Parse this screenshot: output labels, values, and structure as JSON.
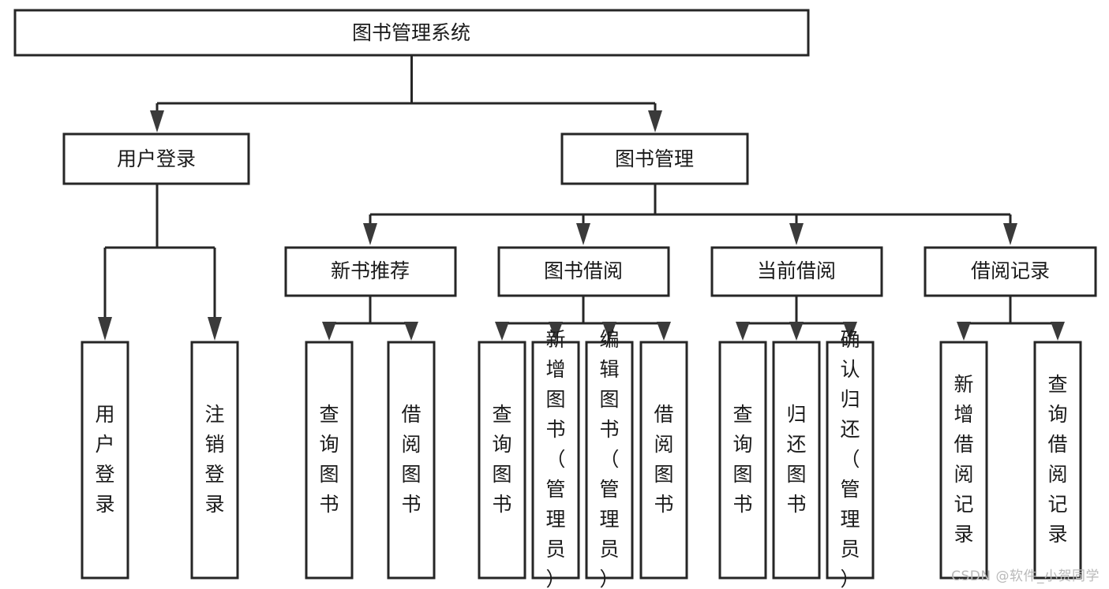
{
  "diagram": {
    "title": "图书管理系统",
    "watermark": "CSDN @软件_小贺同学",
    "accent_color": "#262626",
    "background_color": "#ffffff",
    "nodes": {
      "root": {
        "label": "图书管理系统",
        "orientation": "horizontal"
      },
      "user_login": {
        "label": "用户登录",
        "orientation": "horizontal"
      },
      "book_manage": {
        "label": "图书管理",
        "orientation": "horizontal"
      },
      "new_book_rec": {
        "label": "新书推荐",
        "orientation": "horizontal"
      },
      "book_borrow": {
        "label": "图书借阅",
        "orientation": "horizontal"
      },
      "current_borrow": {
        "label": "当前借阅",
        "orientation": "horizontal"
      },
      "borrow_record": {
        "label": "借阅记录",
        "orientation": "horizontal"
      },
      "leaf_user_login": {
        "label": "用户登录",
        "orientation": "vertical"
      },
      "leaf_logout": {
        "label": "注销登录",
        "orientation": "vertical"
      },
      "leaf_query_book_1": {
        "label": "查询图书",
        "orientation": "vertical"
      },
      "leaf_borrow_book_1": {
        "label": "借阅图书",
        "orientation": "vertical"
      },
      "leaf_query_book_2": {
        "label": "查询图书",
        "orientation": "vertical"
      },
      "leaf_add_book": {
        "label": "新增图书（管理员）",
        "orientation": "vertical"
      },
      "leaf_edit_book": {
        "label": "编辑图书（管理员）",
        "orientation": "vertical"
      },
      "leaf_borrow_book_2": {
        "label": "借阅图书",
        "orientation": "vertical"
      },
      "leaf_query_book_3": {
        "label": "查询图书",
        "orientation": "vertical"
      },
      "leaf_return_book": {
        "label": "归还图书",
        "orientation": "vertical"
      },
      "leaf_confirm_return": {
        "label": "确认归还（管理员）",
        "orientation": "vertical"
      },
      "leaf_add_record": {
        "label": "新增借阅记录",
        "orientation": "vertical"
      },
      "leaf_query_record": {
        "label": "查询借阅记录",
        "orientation": "vertical"
      }
    },
    "chart_data": {
      "type": "tree-diagram",
      "title": "图书管理系统",
      "levels": [
        {
          "level": 1,
          "items": [
            "图书管理系统"
          ]
        },
        {
          "level": 2,
          "items": [
            "用户登录",
            "图书管理"
          ]
        },
        {
          "level": 3,
          "items": [
            "新书推荐",
            "图书借阅",
            "当前借阅",
            "借阅记录"
          ]
        },
        {
          "level": 4,
          "items": [
            "用户登录",
            "注销登录",
            "查询图书",
            "借阅图书",
            "查询图书",
            "新增图书（管理员）",
            "编辑图书（管理员）",
            "借阅图书",
            "查询图书",
            "归还图书",
            "确认归还（管理员）",
            "新增借阅记录",
            "查询借阅记录"
          ]
        }
      ],
      "edges": [
        {
          "from": "图书管理系统",
          "to": "用户登录"
        },
        {
          "from": "图书管理系统",
          "to": "图书管理"
        },
        {
          "from": "用户登录",
          "to": "用户登录(叶)"
        },
        {
          "from": "用户登录",
          "to": "注销登录"
        },
        {
          "from": "图书管理",
          "to": "新书推荐"
        },
        {
          "from": "图书管理",
          "to": "图书借阅"
        },
        {
          "from": "图书管理",
          "to": "当前借阅"
        },
        {
          "from": "图书管理",
          "to": "借阅记录"
        },
        {
          "from": "新书推荐",
          "to": "查询图书"
        },
        {
          "from": "新书推荐",
          "to": "借阅图书"
        },
        {
          "from": "图书借阅",
          "to": "查询图书"
        },
        {
          "from": "图书借阅",
          "to": "新增图书（管理员）"
        },
        {
          "from": "图书借阅",
          "to": "编辑图书（管理员）"
        },
        {
          "from": "图书借阅",
          "to": "借阅图书"
        },
        {
          "from": "当前借阅",
          "to": "查询图书"
        },
        {
          "from": "当前借阅",
          "to": "归还图书"
        },
        {
          "from": "当前借阅",
          "to": "确认归还（管理员）"
        },
        {
          "from": "借阅记录",
          "to": "新增借阅记录"
        },
        {
          "from": "借阅记录",
          "to": "查询借阅记录"
        }
      ]
    }
  }
}
